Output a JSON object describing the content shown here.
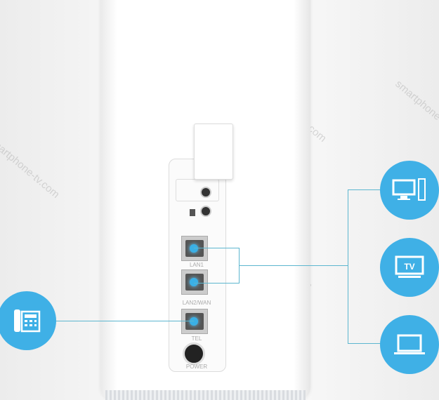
{
  "ports": {
    "lan1": "LAN1",
    "lan2": "LAN2/WAN",
    "tel": "TEL",
    "power": "POWER"
  },
  "devices": {
    "desktop": "desktop-icon",
    "tv": "TV",
    "laptop": "laptop-icon",
    "phone": "phone-icon"
  },
  "watermark": "smartphone-tv.com",
  "colors": {
    "accent": "#3fb0e6",
    "line": "#5cb6cf"
  }
}
